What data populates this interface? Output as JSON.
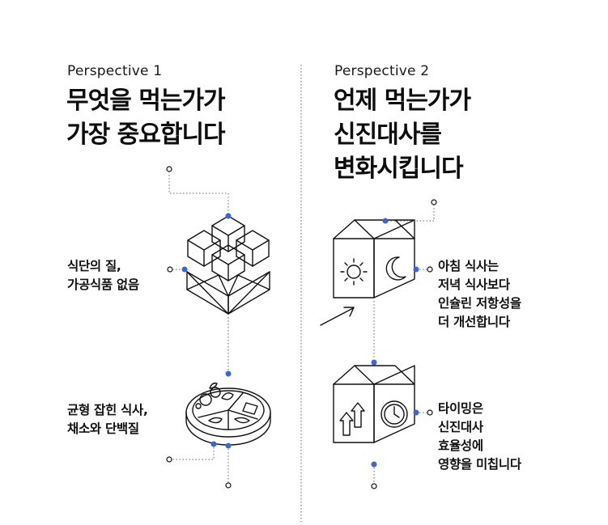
{
  "left": {
    "eyebrow": "Perspective 1",
    "headline": "무엇을 먹는가가\n가장 중요합니다",
    "callouts": [
      {
        "text": "식단의 질,\n가공식품 없음",
        "icon": "stacked-cubes-icon"
      },
      {
        "text": "균형 잡힌 식사,\n채소와 단백질",
        "icon": "food-plate-icon"
      }
    ]
  },
  "right": {
    "eyebrow": "Perspective 2",
    "headline": "언제 먹는가가\n신진대사를\n변화시킵니다",
    "callouts": [
      {
        "text": "아침 식사는\n저녁 식사보다\n인슐린 저항성을\n더 개선합니다",
        "icon": "sun-moon-cube-icon"
      },
      {
        "text": "타이밍은\n신진대사\n효율성에\n영향을 미칩니다",
        "icon": "clock-cube-icon"
      }
    ]
  },
  "colors": {
    "accent": "#3f63d9",
    "ink": "#111111",
    "divider": "#9a9a9a"
  }
}
